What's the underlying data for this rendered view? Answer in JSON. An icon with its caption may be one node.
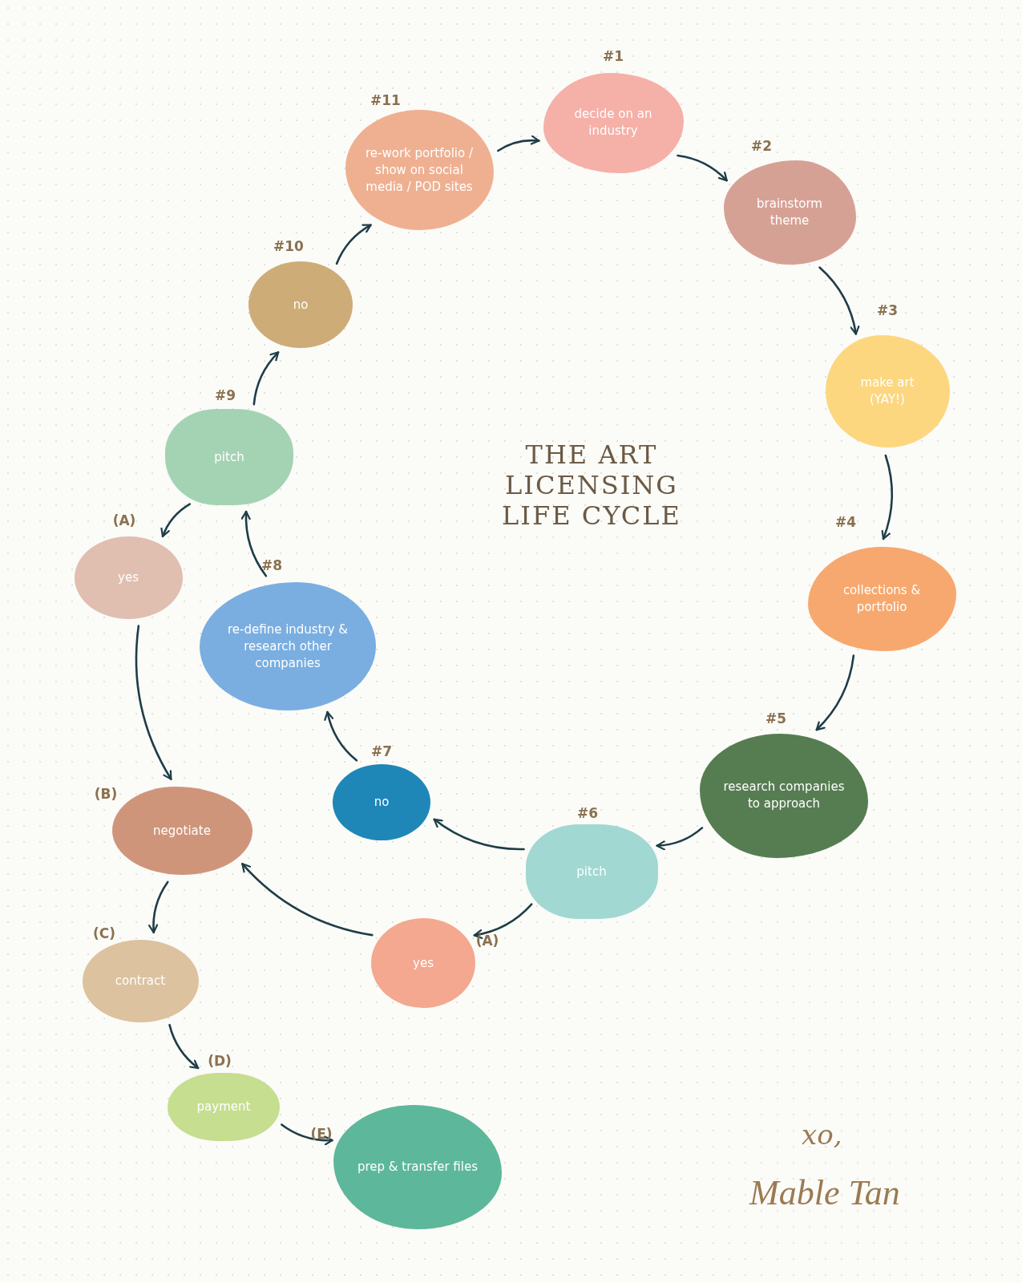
{
  "diagram": {
    "title": "THE ART LICENSING LIFE CYCLE",
    "nodes": [
      {
        "text": [
          "decide on an industry"
        ],
        "beside": [
          "#1"
        ]
      },
      {
        "text": [
          "brainstorm theme"
        ],
        "beside": [
          "#2"
        ]
      },
      {
        "text": [
          "make art (YAY!)"
        ],
        "beside": [
          "#3"
        ]
      },
      {
        "text": [
          "collections & portfolio"
        ],
        "beside": [
          "#4"
        ]
      },
      {
        "text": [
          "research companies to approach"
        ],
        "beside": [
          "#5"
        ]
      },
      {
        "text": [
          "pitch"
        ],
        "beside": [
          "#6"
        ]
      },
      {
        "text": [
          "no"
        ],
        "beside": [
          "#7"
        ]
      },
      {
        "text": [
          "re-define industry & research other companies"
        ],
        "beside": [
          "#8"
        ]
      },
      {
        "text": [
          "pitch"
        ],
        "beside": [
          "#9"
        ]
      },
      {
        "text": [
          "no"
        ],
        "beside": [
          "#10"
        ]
      },
      {
        "text": [
          "re-work portfolio / show on social media / POD sites"
        ],
        "beside": [
          "#11"
        ]
      },
      {
        "text": [
          "yes"
        ],
        "beside": [
          "(A)"
        ]
      },
      {
        "text": [
          "yes"
        ],
        "beside": [
          "(A)"
        ]
      },
      {
        "text": [
          "negotiate"
        ],
        "beside": [
          "(B)"
        ]
      },
      {
        "text": [
          "contract"
        ],
        "beside": [
          "(C)"
        ]
      },
      {
        "text": [
          "payment"
        ],
        "beside": [
          "(D)"
        ]
      },
      {
        "text": [
          "prep & transfer files"
        ],
        "beside": [
          "(E)"
        ]
      }
    ],
    "edges": [
      {
        "from": 0,
        "to": 1,
        "arrow": "to"
      },
      {
        "from": 1,
        "to": 2,
        "arrow": "to"
      },
      {
        "from": 2,
        "to": 3,
        "arrow": "to"
      },
      {
        "from": 3,
        "to": 4,
        "arrow": "to"
      },
      {
        "from": 4,
        "to": 5,
        "arrow": "to"
      },
      {
        "from": 5,
        "to": 6,
        "arrow": "to"
      },
      {
        "from": 5,
        "to": 11,
        "arrow": "to"
      },
      {
        "from": 6,
        "to": 7,
        "arrow": "to"
      },
      {
        "from": 7,
        "to": 8,
        "arrow": "to"
      },
      {
        "from": 8,
        "to": 9,
        "arrow": "to"
      },
      {
        "from": 9,
        "to": 10,
        "arrow": "to"
      },
      {
        "from": 10,
        "to": 0,
        "arrow": "to"
      },
      {
        "from": 8,
        "to": 12,
        "arrow": "to"
      },
      {
        "from": 11,
        "to": 13,
        "arrow": "to"
      },
      {
        "from": 12,
        "to": 13,
        "arrow": "to"
      },
      {
        "from": 13,
        "to": 14,
        "arrow": "to"
      },
      {
        "from": 14,
        "to": 15,
        "arrow": "to"
      },
      {
        "from": 15,
        "to": 16,
        "arrow": "to"
      }
    ],
    "labels": [
      "xo,",
      "Mable Tan"
    ]
  }
}
